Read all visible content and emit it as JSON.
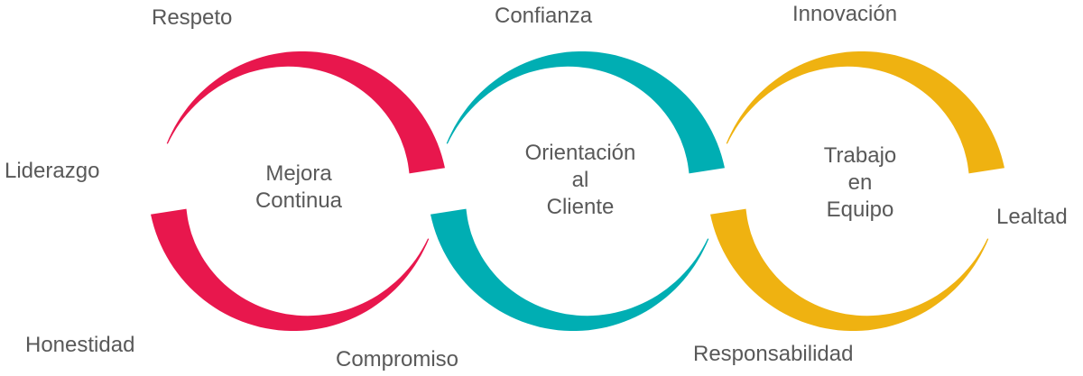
{
  "diagram": {
    "background_color": "#ffffff",
    "text_color": "#595959",
    "circles": [
      {
        "name": "Mejora Continua",
        "lines": [
          "Mejora",
          "Continua"
        ],
        "color": "#E8174D"
      },
      {
        "name": "Orientación al Cliente",
        "lines": [
          "Orientación",
          "al",
          "Cliente"
        ],
        "color": "#00AEB3"
      },
      {
        "name": "Trabajo en Equipo",
        "lines": [
          "Trabajo",
          "en",
          "Equipo"
        ],
        "color": "#EFB211"
      }
    ],
    "outer_labels": [
      {
        "text": "Respeto"
      },
      {
        "text": "Confianza"
      },
      {
        "text": "Innovación"
      },
      {
        "text": "Liderazgo"
      },
      {
        "text": "Lealtad"
      },
      {
        "text": "Honestidad"
      },
      {
        "text": "Compromiso"
      },
      {
        "text": "Responsabilidad"
      }
    ]
  }
}
